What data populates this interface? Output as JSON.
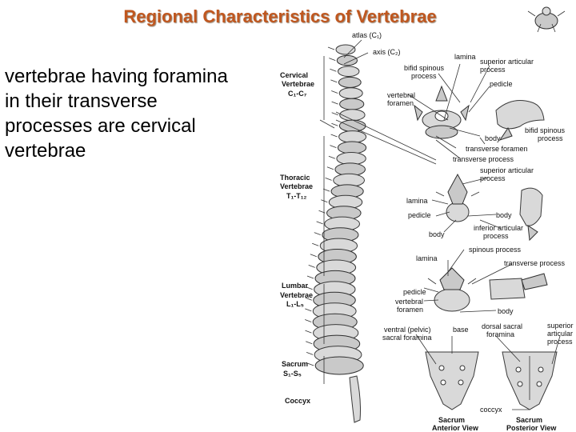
{
  "slide": {
    "title": "Regional Characteristics of Vertebrae",
    "body_lines": [
      "vertebrae having foramina",
      "in their transverse",
      "processes are cervical",
      "vertebrae"
    ]
  },
  "figure": {
    "regions": {
      "cervical": [
        "Cervical",
        "Vertebrae",
        "C₁-C₇"
      ],
      "thoracic": [
        "Thoracic",
        "Vertebrae",
        "T₁-T₁₂"
      ],
      "lumbar": [
        "Lumbar",
        "Vertebrae",
        "L₁-L₅"
      ],
      "sacrum": [
        "Sacrum",
        "S₁-S₅"
      ],
      "coccyx": "Coccyx"
    },
    "labels": {
      "atlas": "atlas (C₁)",
      "axis": "axis (C₂)",
      "lamina_1": "lamina",
      "superior_articular_1": [
        "superior articular",
        "process"
      ],
      "bifid_1": [
        "bifid spinous",
        "process"
      ],
      "pedicle_1": "pedicle",
      "vertebral_foramen_1": [
        "vertebral",
        "foramen"
      ],
      "bifid_2": [
        "bifid spinous",
        "process"
      ],
      "body_1": "body",
      "transverse_foramen": "transverse foramen",
      "transverse_process_1": "transverse process",
      "superior_articular_2": [
        "superior articular",
        "process"
      ],
      "lamina_2": "lamina",
      "pedicle_2": "pedicle",
      "body_2": "body",
      "body_3": "body",
      "inferior_articular": [
        "inferior articular",
        "process"
      ],
      "spinous_process": "spinous process",
      "lamina_3": "lamina",
      "transverse_process_2": "transverse process",
      "pedicle_3": "pedicle",
      "vertebral_foramen_2": [
        "vertebral",
        "foramen"
      ],
      "body_4": "body",
      "ventral_foramina": [
        "ventral (pelvic)",
        "sacral foramina"
      ],
      "base": "base",
      "dorsal_foramina": [
        "dorsal sacral",
        "foramina"
      ],
      "superior_articular_3": [
        "superior",
        "articular",
        "process"
      ],
      "coccyx_small": "coccyx",
      "sacrum_anterior": [
        "Sacrum",
        "Anterior View"
      ],
      "sacrum_posterior": [
        "Sacrum",
        "Posterior View"
      ]
    }
  }
}
